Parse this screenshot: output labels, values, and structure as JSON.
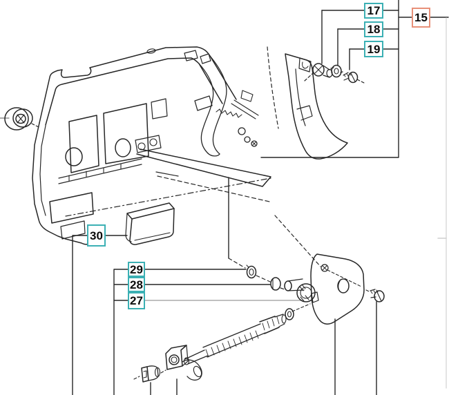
{
  "diagram": {
    "kind": "exploded-parts-diagram",
    "colors": {
      "teal": "#3BB0B4",
      "orange": "#E89078",
      "line": "#262626"
    },
    "callouts": {
      "c15": {
        "label": "15"
      },
      "c17": {
        "label": "17"
      },
      "c18": {
        "label": "18"
      },
      "c19": {
        "label": "19"
      },
      "c27": {
        "label": "27"
      },
      "c28": {
        "label": "28"
      },
      "c29": {
        "label": "29"
      },
      "c30": {
        "label": "30"
      }
    }
  }
}
